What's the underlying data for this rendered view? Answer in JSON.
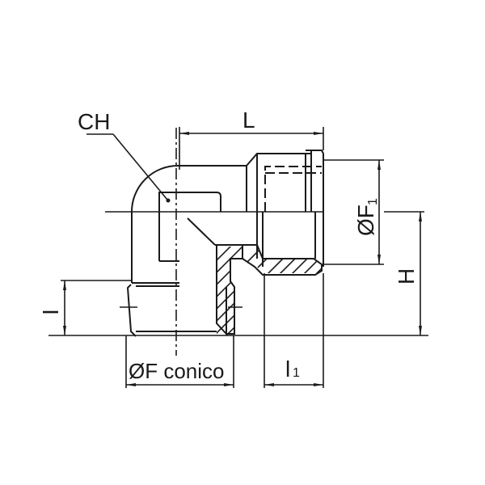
{
  "drawing": {
    "title": "Elbow fitting technical drawing",
    "labels": {
      "ch": "CH",
      "l": "L",
      "of1_main": "ØF",
      "of1_sub": "1",
      "h": "H",
      "i": "I",
      "of_conico": "ØF conico",
      "l1_main": "l",
      "l1_sub": "1"
    },
    "colors": {
      "line": "#1a1a1a",
      "background": "#ffffff"
    }
  }
}
